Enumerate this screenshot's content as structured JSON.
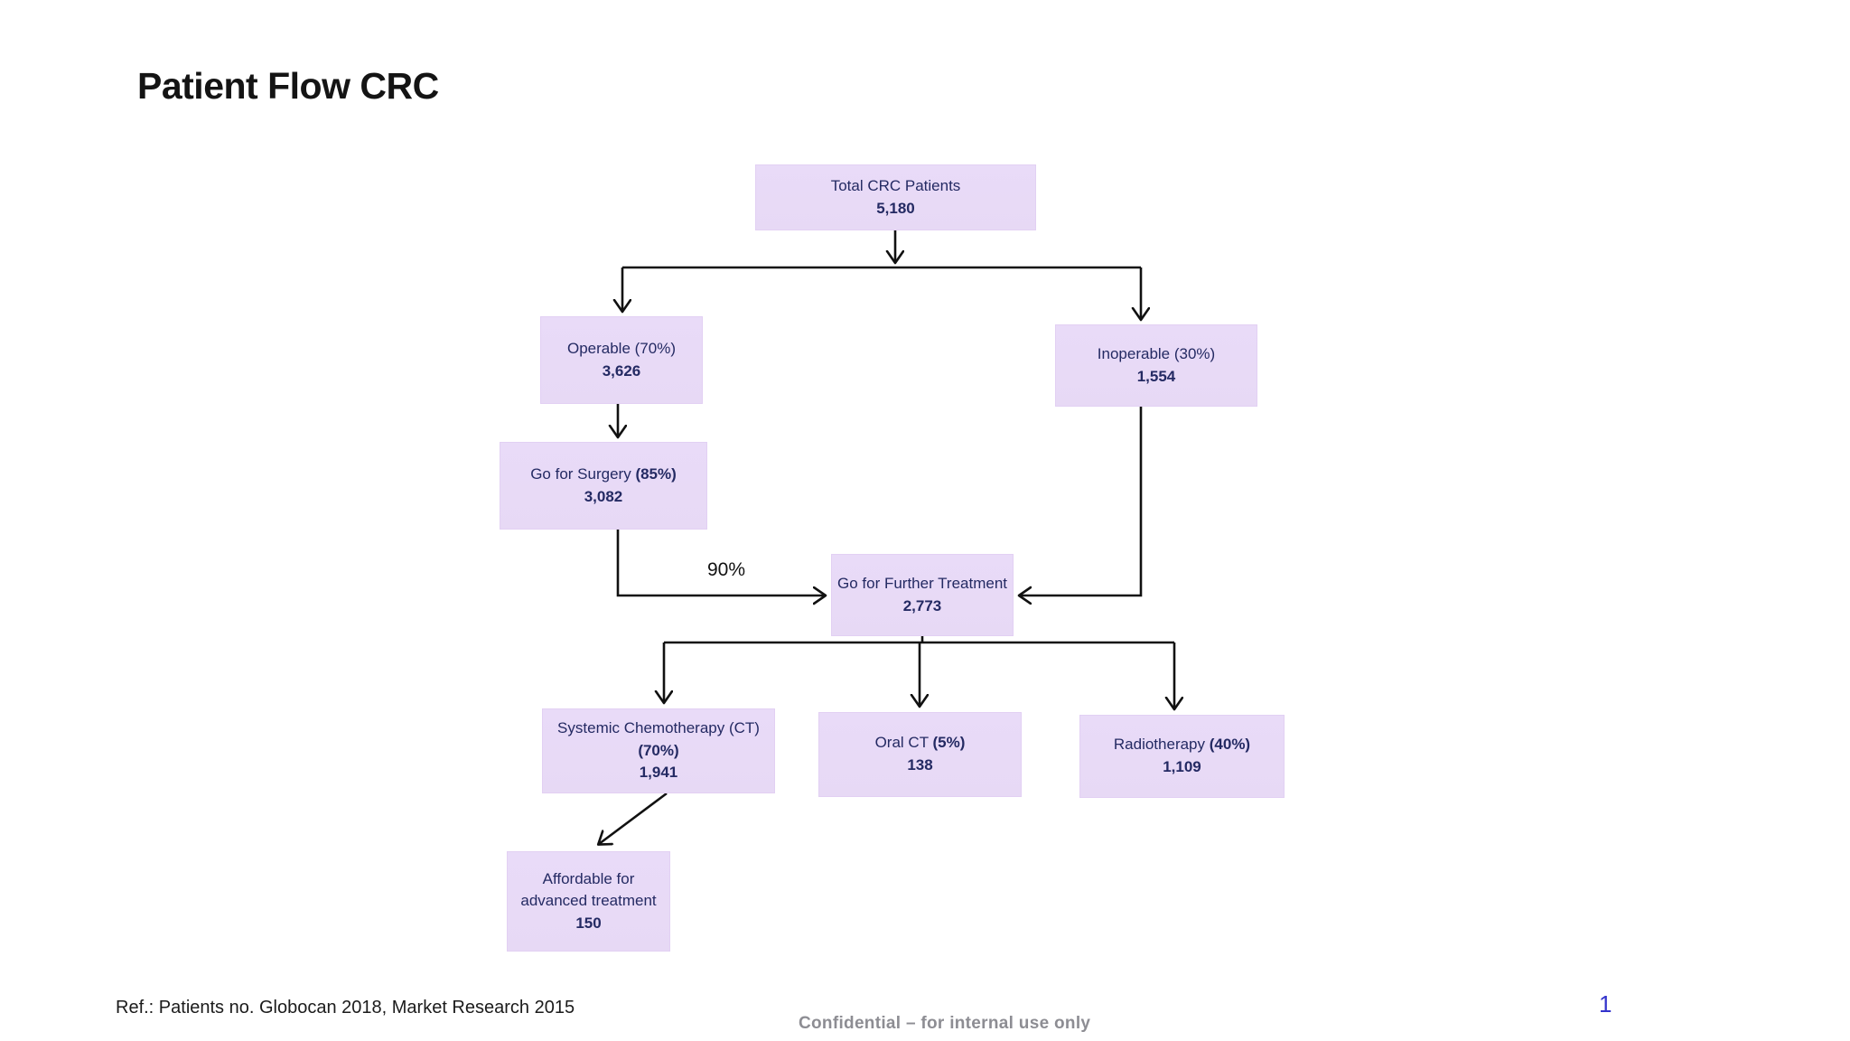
{
  "page": {
    "title": "Patient Flow CRC",
    "footer_ref": "Ref.: Patients no. Globocan 2018, Market Research 2015",
    "footer_confidential": "Confidential – for internal use only",
    "page_number": "1"
  },
  "colors": {
    "box_fill": "#e8daf6",
    "box_text": "#242a63",
    "arrow": "#111111",
    "page_number_blue": "#3333cc",
    "confidential_gray": "#8d8d93"
  },
  "flowchart": {
    "nodes": {
      "total": {
        "label": "Total CRC Patients",
        "value": "5,180"
      },
      "operable": {
        "label": "Operable (70%)",
        "value": "3,626"
      },
      "inoperable": {
        "label": "Inoperable (30%)",
        "value": "1,554"
      },
      "surgery": {
        "label": "Go for Surgery",
        "pct": "(85%)",
        "value": "3,082"
      },
      "further": {
        "label": "Go for Further Treatment",
        "value": "2,773"
      },
      "systemic": {
        "label": "Systemic Chemotherapy (CT)",
        "pct": "(70%)",
        "value": "1,941"
      },
      "oralct": {
        "label": "Oral CT",
        "pct": "(5%)",
        "value": "138"
      },
      "radio": {
        "label": "Radiotherapy",
        "pct": "(40%)",
        "value": "1,109"
      },
      "affordable": {
        "label_line1": "Affordable for",
        "label_line2": "advanced treatment",
        "value": "150"
      }
    },
    "edge_labels": {
      "surgery_to_further": "90%"
    }
  }
}
